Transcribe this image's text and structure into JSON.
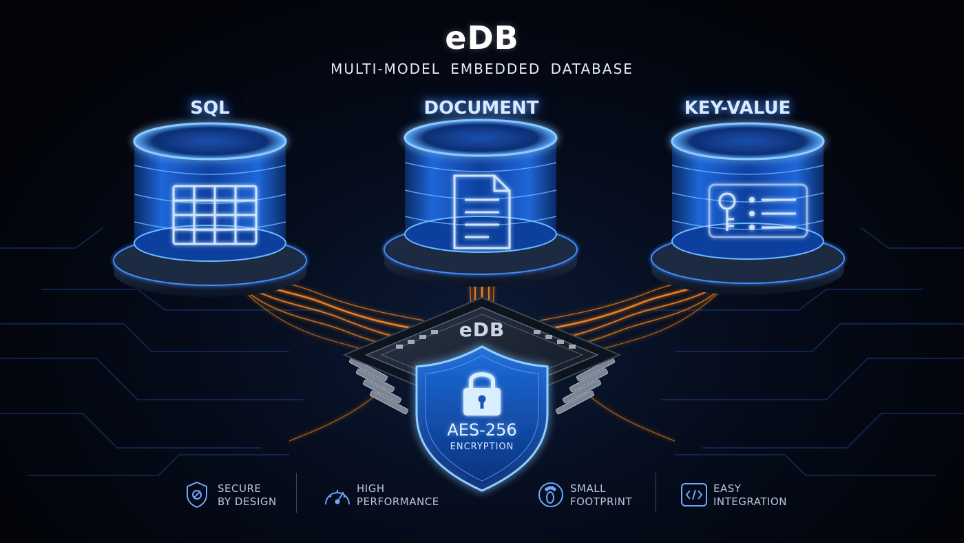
{
  "header": {
    "title": "eDB",
    "subtitle": "MULTI-MODEL EMBEDDED DATABASE"
  },
  "databases": [
    {
      "label": "SQL",
      "icon": "grid-table-icon"
    },
    {
      "label": "DOCUMENT",
      "icon": "document-icon"
    },
    {
      "label": "KEY-VALUE",
      "icon": "key-list-icon"
    }
  ],
  "chip": {
    "label": "eDB",
    "shield_line1": "AES-256",
    "shield_line2": "ENCRYPTION",
    "icon": "padlock-icon"
  },
  "features": [
    {
      "line1": "SECURE",
      "line2": "BY DESIGN",
      "icon": "shield-icon"
    },
    {
      "line1": "HIGH",
      "line2": "PERFORMANCE",
      "icon": "speedometer-icon"
    },
    {
      "line1": "SMALL",
      "line2": "FOOTPRINT",
      "icon": "footprint-icon"
    },
    {
      "line1": "EASY",
      "line2": "INTEGRATION",
      "icon": "code-icon"
    }
  ],
  "colors": {
    "accent_blue": "#2f8bff",
    "glow_orange": "#ff8a1e",
    "background": "#02050c"
  }
}
